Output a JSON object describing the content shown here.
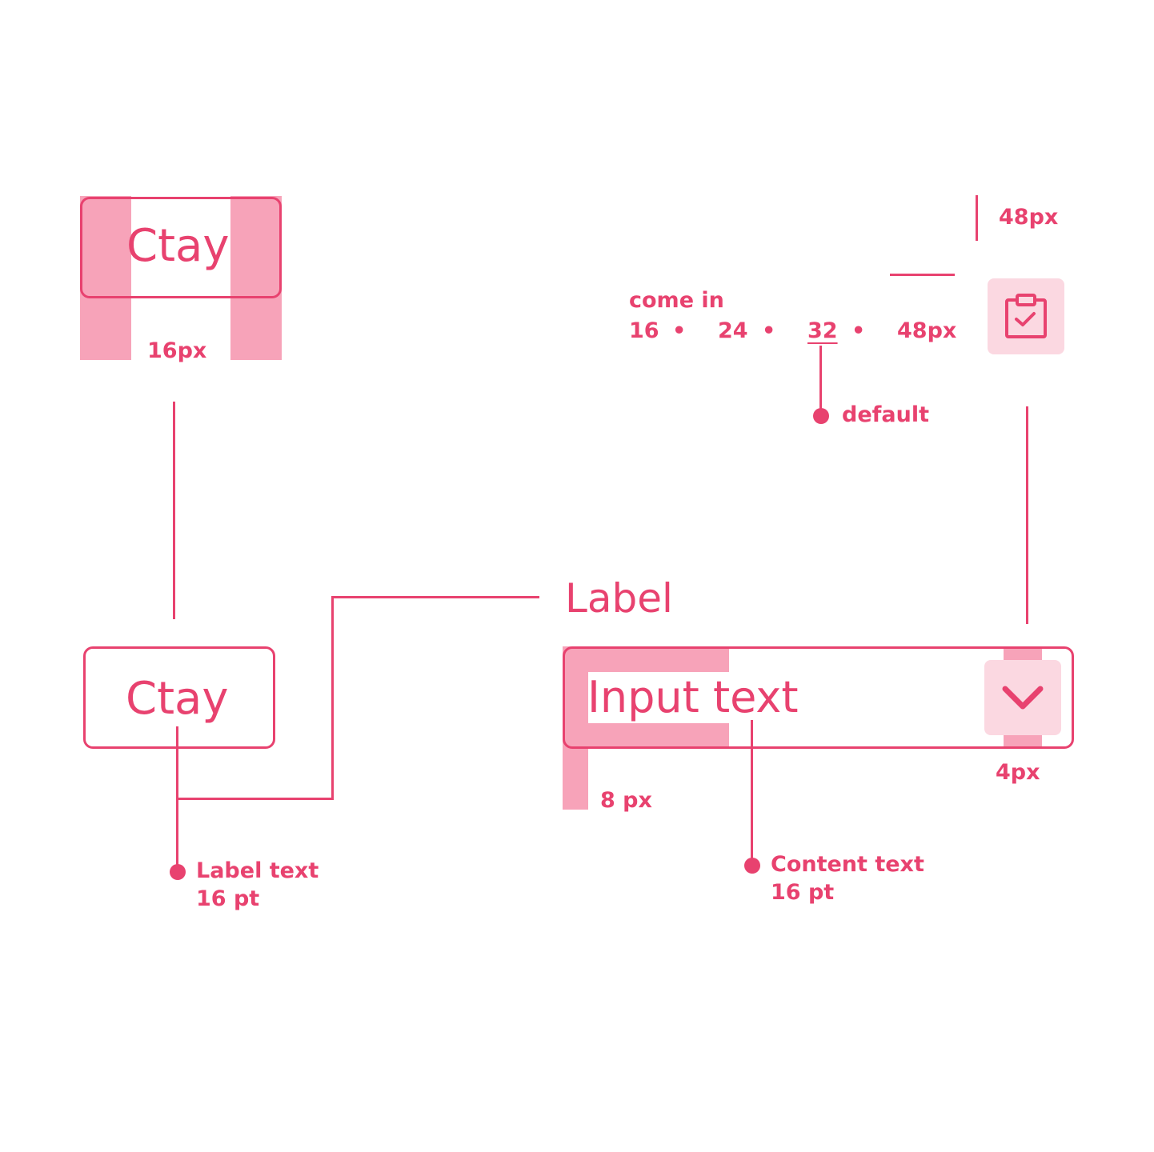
{
  "top_button": {
    "label": "Ctay",
    "padding_label": "16px"
  },
  "bottom_button": {
    "label": "Ctay"
  },
  "label_text_annotation": {
    "line1": "Label text",
    "line2": "16 pt"
  },
  "field": {
    "label": "Label",
    "value": "Input text",
    "padding_label": "8 px",
    "trailing_padding_label": "4px",
    "dropdown_icon": "chevron-down-icon"
  },
  "content_text_annotation": {
    "line1": "Content text",
    "line2": "16 pt"
  },
  "icon_sizes": {
    "heading": "come in",
    "options": [
      "16",
      "24",
      "32",
      "48px"
    ],
    "separator": "•",
    "default_label": "default",
    "height_label": "48px",
    "icon": "clipboard-check-icon"
  },
  "colors": {
    "accent": "#e8426f",
    "band": "#f7a3b9",
    "tile": "#fbd8e1",
    "background": "#ffffff"
  }
}
